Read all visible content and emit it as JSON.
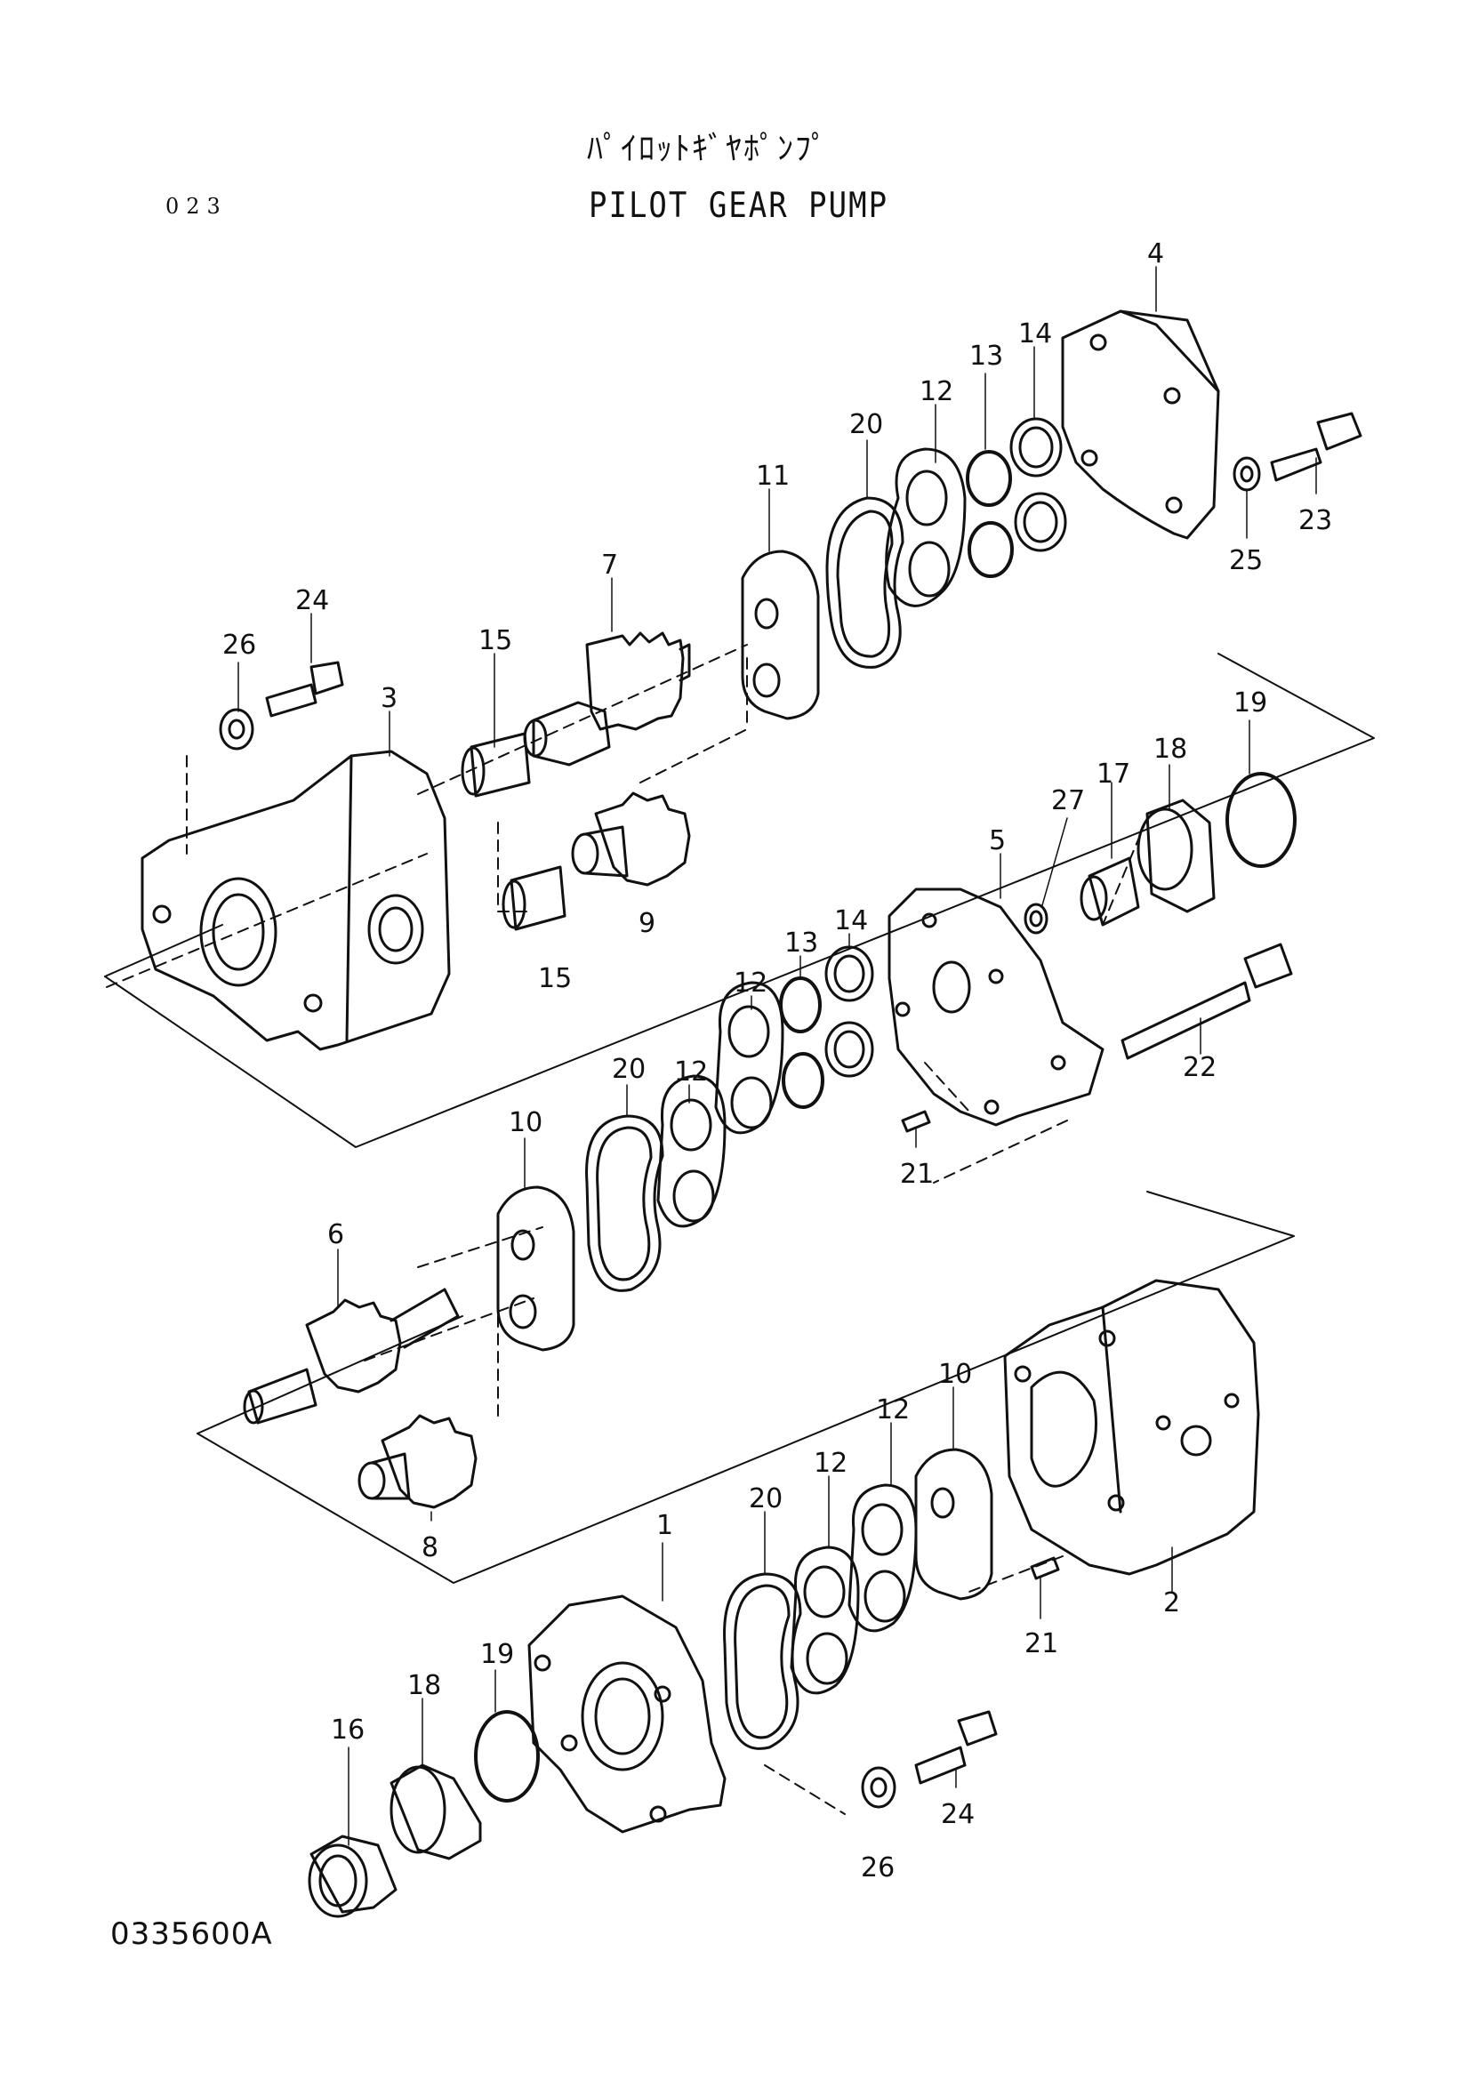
{
  "header": {
    "title_jp": "ﾊﾟｲﾛｯﾄｷﾞﾔﾎﾟﾝﾌﾟ",
    "title_en": "PILOT GEAR PUMP",
    "page_no": "023"
  },
  "footer": {
    "drawing_no": "0335600A"
  },
  "callouts": [
    "1",
    "2",
    "3",
    "4",
    "5",
    "6",
    "7",
    "8",
    "9",
    "10",
    "11",
    "12",
    "13",
    "14",
    "15",
    "16",
    "17",
    "18",
    "19",
    "20",
    "21",
    "22",
    "23",
    "24",
    "25",
    "26",
    "27"
  ],
  "colors": {
    "ink": "#111111",
    "paper": "#ffffff"
  }
}
